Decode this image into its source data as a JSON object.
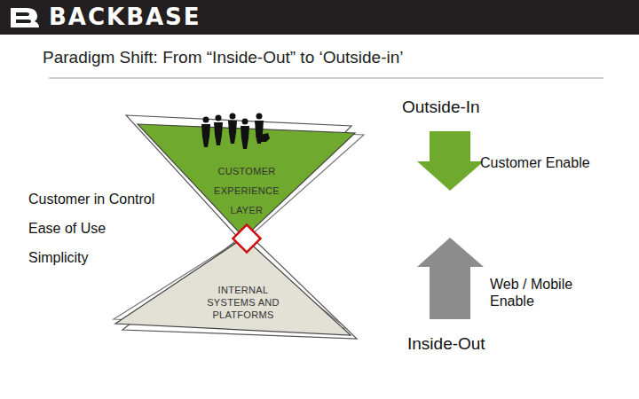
{
  "diagram": {
    "title": "Paradigm Shift: From “Inside-Out” to ‘Outside-in’",
    "nodes": [
      {
        "text": [
          "CUSTOMER EXPERIENCE LAYER"
        ]
      },
      {
        "text": [
          "INTERNAL SYSTEMS AND PLATFORMS"
        ]
      }
    ],
    "labels": [
      "BACKBASE",
      "Outside-In",
      "Customer Enable",
      "Customer in Control",
      "Ease of Use",
      "Simplicity",
      "Web / Mobile Enable",
      "Inside-Out"
    ]
  }
}
